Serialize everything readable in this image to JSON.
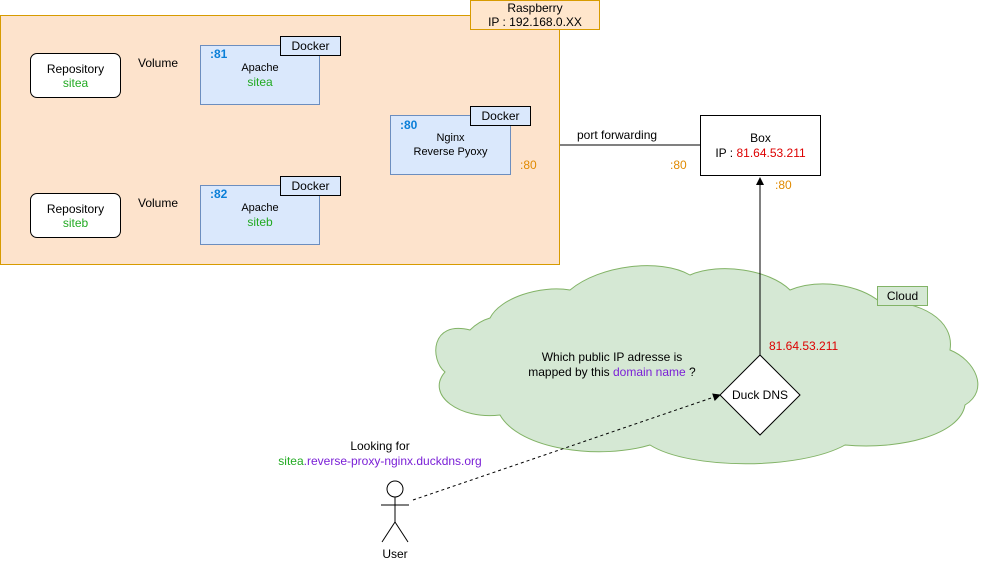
{
  "raspberry": {
    "title": "Raspberry",
    "ip": "IP : 192.168.0.XX"
  },
  "repos": [
    {
      "label": "Repository",
      "name": "sitea"
    },
    {
      "label": "Repository",
      "name": "siteb"
    }
  ],
  "volume_label": "Volume",
  "apache": [
    {
      "port": ":81",
      "label": "Apache",
      "site": "sitea",
      "tag": "Docker"
    },
    {
      "port": ":82",
      "label": "Apache",
      "site": "siteb",
      "tag": "Docker"
    }
  ],
  "nginx": {
    "port": ":80",
    "label": "Nginx",
    "sublabel": "Reverse Pyoxy",
    "tag": "Docker",
    "out_port": ":80"
  },
  "port_forwarding_label": "port forwarding",
  "box": {
    "title": "Box",
    "ip_prefix": "IP : ",
    "ip": "81.64.53.211",
    "in_port": ":80",
    "up_port": ":80"
  },
  "cloud": {
    "tag": "Cloud",
    "question_line1": "Which public IP adresse is",
    "question_prefix": "mapped by this ",
    "question_highlight": "domain name",
    "question_suffix": " ?",
    "dns_ip": "81.64.53.211",
    "dns_label": "Duck DNS"
  },
  "user": {
    "looking_for": "Looking for",
    "sub": "sitea",
    "domain": ".reverse-proxy-nginx.duckdns.org",
    "label": "User"
  },
  "colors": {
    "raspberry_fill": "#fde3cc",
    "raspberry_border": "#d79b00",
    "container_fill": "#dae8fc",
    "cloud_fill": "#d5e8d4",
    "cloud_border": "#82b366",
    "site_green": "#22aa22",
    "port_blue": "#0a7fd8",
    "port_orange": "#e08a00",
    "ip_red": "#dd0000",
    "domain_purple": "#7a1fd6"
  }
}
